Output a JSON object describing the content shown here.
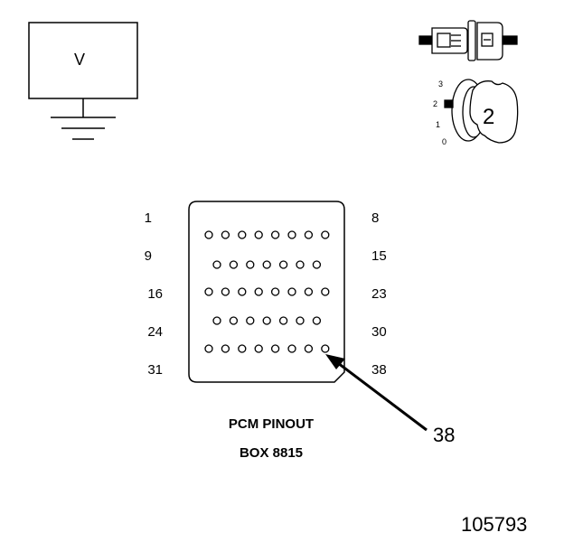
{
  "meter": {
    "label": "V"
  },
  "ignition_dial": {
    "ticks": [
      "3",
      "2",
      "1",
      "0"
    ],
    "position": "2"
  },
  "connector": {
    "title": "PCM PINOUT",
    "subtitle": "BOX 8815",
    "left_labels": [
      "1",
      "9",
      "16",
      "24",
      "31"
    ],
    "right_labels": [
      "8",
      "15",
      "23",
      "30",
      "38"
    ],
    "rows": [
      8,
      7,
      8,
      7,
      8
    ],
    "callout_pin": "38"
  },
  "figure_number": "105793"
}
